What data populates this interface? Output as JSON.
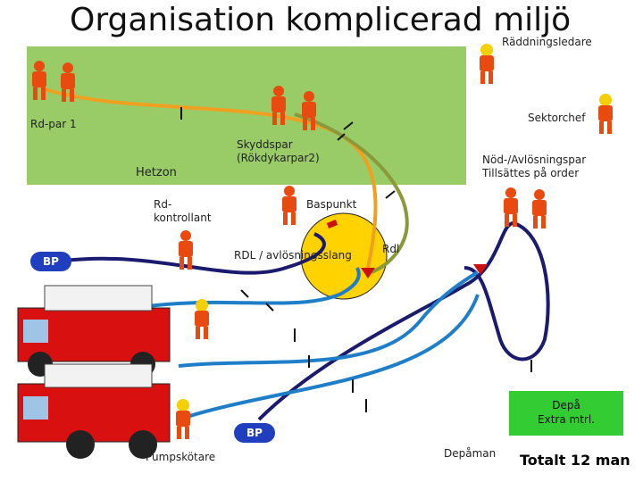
{
  "title": "Organisation komplicerad miljö",
  "labels": {
    "raddningsledare": "Räddningsledare",
    "rdpar1": "Rd-par 1",
    "sektorchef": "Sektorchef",
    "skyddspar_line1": "Skyddspar",
    "skyddspar_line2": "(Rökdykarpar2)",
    "nodpar_line1": "Nöd-/Avlösningspar",
    "nodpar_line2": "Tillsättes på order",
    "hetzon": "Hetzon",
    "rdkontrollant_line1": "Rd-",
    "rdkontrollant_line2": "kontrollant",
    "baspunkt": "Baspunkt",
    "rdl_avlosning": "RDL / avlösningsslang",
    "rdl": "Rdl",
    "bp_left": "BP",
    "bp_bottom": "BP",
    "pumpskotare": "Pumpskötare",
    "depaman": "Depåman",
    "depa_line1": "Depå",
    "depa_line2": "Extra mtrl.",
    "totalt": "Totalt 12 man"
  },
  "colors": {
    "hotzone": "#99cc66",
    "hose_orange": "#f0a020",
    "hose_olive": "#8a9a3a",
    "hose_navy": "#1a1a6e",
    "hose_blue": "#1e7fc8",
    "baspunkt_circle": "#ffd200",
    "bp_badge": "#1f3fbf",
    "depa_box": "#33cc33",
    "firefighter": "#e84a10",
    "truck": "#d81010"
  }
}
